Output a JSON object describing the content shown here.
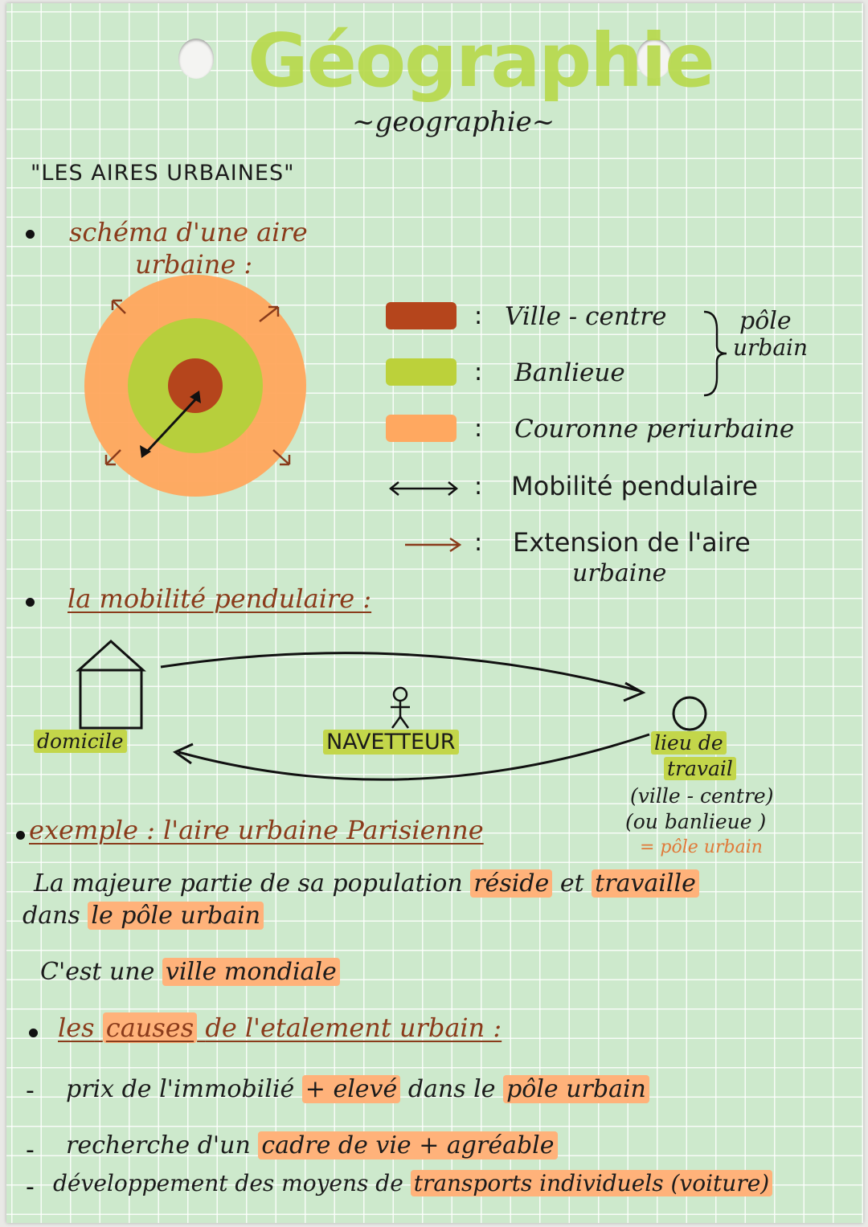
{
  "header": {
    "title_big": "Géographie",
    "title_small": "~geographie~",
    "chapter": "\"LES AIRES URBAINES\""
  },
  "section1": {
    "heading_line1": "schéma d'une aire",
    "heading_line2": "urbaine :"
  },
  "legend": {
    "items": [
      {
        "label": "Ville - centre",
        "color": "#b5451c"
      },
      {
        "label": "Banlieue",
        "color": "#bcd13a"
      },
      {
        "label": "Couronne periurbaine",
        "color": "#ffa860"
      },
      {
        "label": "Mobilité pendulaire",
        "symbol": "double-arrow"
      },
      {
        "label": "Extension de l'aire",
        "symbol": "arrow"
      }
    ],
    "extension_line2": "urbaine",
    "brace_label_1": "pôle",
    "brace_label_2": "urbain",
    "colon": ":"
  },
  "section2": {
    "heading": "la mobilité pendulaire :",
    "domicile": "domicile",
    "navetteur": "NAVETTEUR",
    "work1": "lieu de",
    "work2": "travail",
    "work3": "(ville - centre)",
    "work4": "(ou banlieue )",
    "work5": "= pôle urbain"
  },
  "example": {
    "heading": "exemple : l'aire urbaine Parisienne",
    "p1_a": "La majeure partie de sa population",
    "p1_hl1": "réside",
    "p1_b": "et",
    "p1_hl2": "travaille",
    "p1_c": "dans",
    "p1_hl3": "le pôle urbain",
    "p2_a": "C'est une",
    "p2_hl": "ville mondiale"
  },
  "causes": {
    "heading_a": "les",
    "heading_hl": "causes",
    "heading_b": "de l'etalement urbain :",
    "items": [
      {
        "a": "prix de l'immobilié",
        "hl1": "+ elevé",
        "b": "dans le",
        "hl2": "pôle urbain"
      },
      {
        "a": "recherche d'un",
        "hl1": "cadre de vie + agréable"
      },
      {
        "a": "développement des moyens de",
        "hl1": "transports individuels (voiture)"
      }
    ]
  }
}
